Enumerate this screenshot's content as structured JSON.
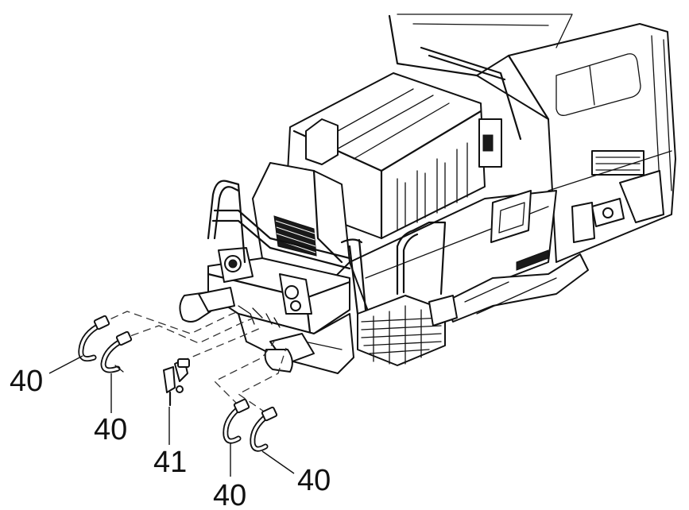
{
  "callouts": [
    {
      "id": "c1",
      "text": "40"
    },
    {
      "id": "c2",
      "text": "40"
    },
    {
      "id": "c3",
      "text": "41"
    },
    {
      "id": "c4",
      "text": "40"
    },
    {
      "id": "c5",
      "text": "40"
    }
  ]
}
